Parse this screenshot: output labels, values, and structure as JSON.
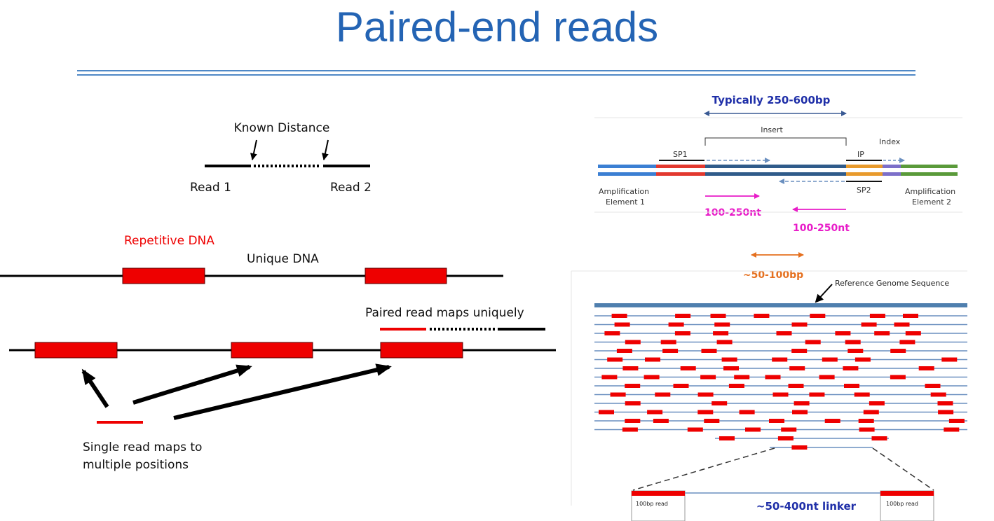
{
  "title": "Paired-end reads",
  "left": {
    "known_distance": "Known Distance",
    "read1": "Read 1",
    "read2": "Read 2",
    "repetitive_dna": "Repetitive DNA",
    "unique_dna": "Unique DNA",
    "paired_maps": "Paired read maps uniquely",
    "single_maps_line1": "Single read maps to",
    "single_maps_line2": "multiple positions"
  },
  "right_top": {
    "typically": "Typically  250-600bp",
    "insert": "Insert",
    "sp1": "SP1",
    "ip": "IP",
    "index": "Index",
    "sp2": "SP2",
    "amp1_line1": "Amplification",
    "amp1_line2": "Element 1",
    "amp2_line1": "Amplification",
    "amp2_line2": "Element 2",
    "nt_left": "100-250nt",
    "nt_right": "100-250nt"
  },
  "right_bottom": {
    "bp_range": "~50-100bp",
    "reference": "Reference Genome Sequence",
    "linker": "~50-400nt linker",
    "read_left": "100bp read",
    "read_right": "100bp read"
  },
  "colors": {
    "title": "#2464b4",
    "red": "#ee0000",
    "magenta": "#e81cc8",
    "orange": "#e5701f",
    "navy": "#1f2fa8",
    "steel": "#6a8fbf"
  }
}
